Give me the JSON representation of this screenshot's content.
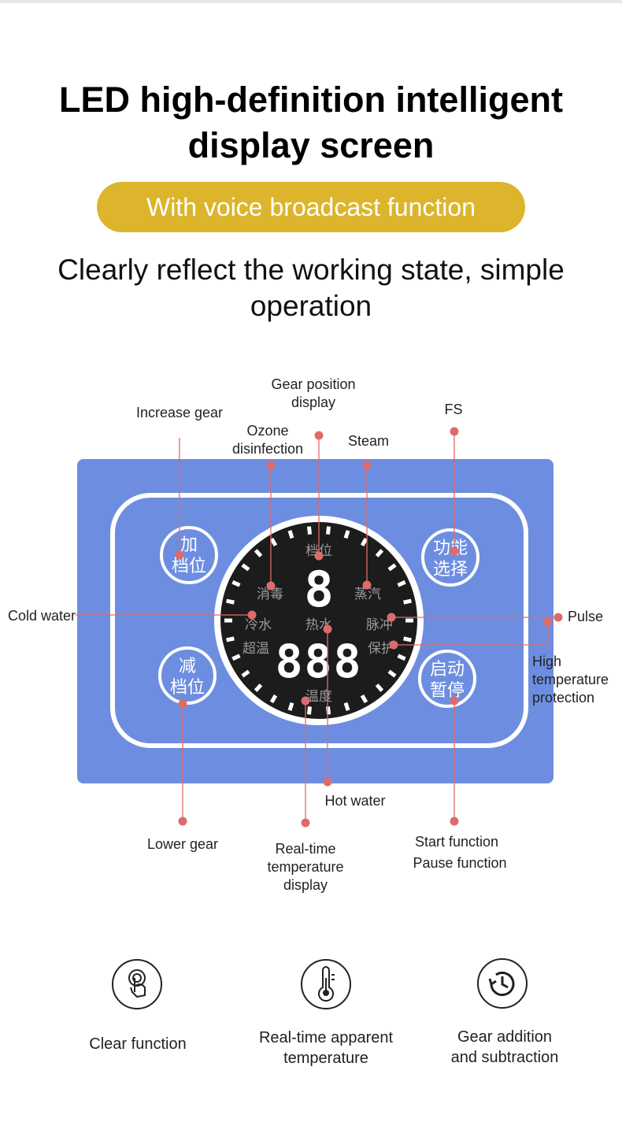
{
  "header": {
    "title_line1": "LED high-definition intelligent",
    "title_line2": "display screen",
    "banner": "With voice broadcast function",
    "subtitle_line1": "Clearly reflect the working state, simple",
    "subtitle_line2": "operation"
  },
  "colors": {
    "banner": "#dcb52c",
    "panel": "#6d8ee0",
    "panel_border": "#ffffff",
    "display": "#1c1c1c",
    "marker": "#de6b6b"
  },
  "callouts": {
    "increase_gear": "Increase gear",
    "gear_position": "Gear position\ndisplay",
    "fs": "FS",
    "ozone": "Ozone\ndisinfection",
    "steam": "Steam",
    "cold_water": "Cold water",
    "pulse": "Pulse",
    "high_temp": "High\ntemperature\nprotection",
    "hot_water": "Hot water",
    "lower_gear": "Lower gear",
    "realtime_temp": "Real-time\ntemperature\ndisplay",
    "start_function": "Start function",
    "pause_function": "Pause function"
  },
  "panel": {
    "btn_add_1": "加",
    "btn_add_2": "档位",
    "btn_sub_1": "减",
    "btn_sub_2": "档位",
    "btn_func_1": "功能",
    "btn_func_2": "选择",
    "btn_start_1": "启动",
    "btn_start_2": "暂停",
    "disp_gear": "档位",
    "disp_gear_digit": "8",
    "disp_disinfect": "消毒",
    "disp_steam": "蒸汽",
    "disp_cold": "冷水",
    "disp_hot": "热水",
    "disp_pulse": "脉冲",
    "disp_overtemp": "超温",
    "disp_protect": "保护",
    "disp_temp_digits": "888",
    "disp_temp": "温度"
  },
  "features": [
    {
      "icon": "touch-icon",
      "label": "Clear function"
    },
    {
      "icon": "thermometer-icon",
      "label": "Real-time apparent\ntemperature"
    },
    {
      "icon": "clock-icon",
      "label": "Gear addition\nand subtraction"
    }
  ]
}
